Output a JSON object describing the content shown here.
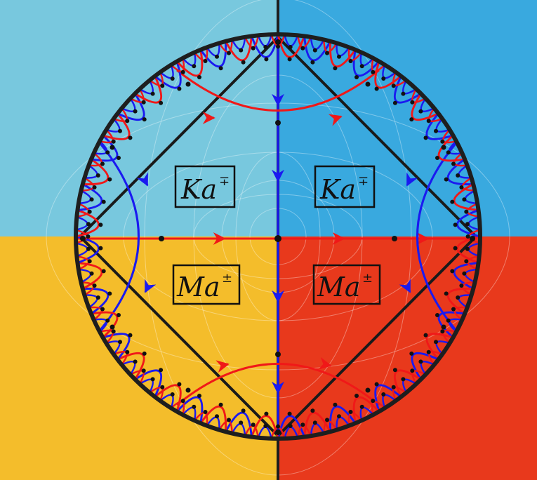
{
  "colors": {
    "quadrant_top_left": "#78c8de",
    "quadrant_top_right": "#39a9df",
    "quadrant_bottom_left": "#f4bd2b",
    "quadrant_bottom_right": "#e8391c",
    "boundary_circle": "#1e1e1e",
    "red_geodesic": "#f01818",
    "blue_geodesic": "#1a1af0",
    "square_edges": "#1a1a1a",
    "label_border": "#111111"
  },
  "labels": {
    "top_left": {
      "base": "Ka",
      "sup": "∓"
    },
    "top_right": {
      "base": "Ka",
      "sup": "∓"
    },
    "bottom_left": {
      "base": "Ma",
      "sup": "±"
    },
    "bottom_right": {
      "base": "Ma",
      "sup": "±"
    }
  }
}
